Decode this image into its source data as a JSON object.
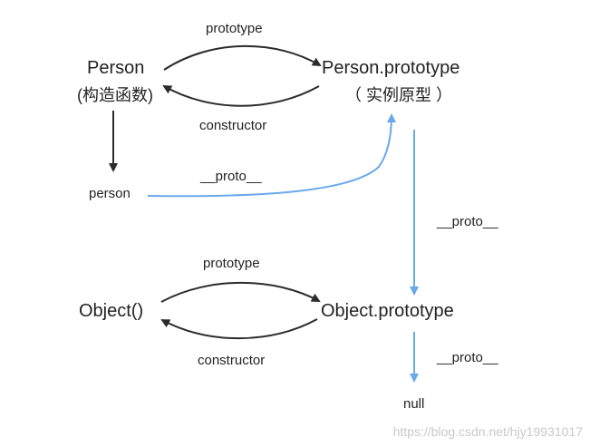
{
  "nodes": {
    "person_ctor": "Person",
    "person_ctor_sub": "(构造函数)",
    "person_proto": "Person.prototype",
    "person_proto_sub": "（ 实例原型 ）",
    "person_instance": "person",
    "object_ctor": "Object()",
    "object_proto": "Object.prototype",
    "null_node": "null"
  },
  "edges": {
    "person_prototype": "prototype",
    "person_constructor": "constructor",
    "person_instance_proto": "__proto__",
    "person_proto_chain": "__proto__",
    "object_prototype": "prototype",
    "object_constructor": "constructor",
    "object_proto_chain": "__proto__"
  },
  "colors": {
    "dark_arrow": "#2b2b2b",
    "blue_arrow": "#6aa8ec"
  },
  "watermark": "https://blog.csdn.net/hjy19931017"
}
